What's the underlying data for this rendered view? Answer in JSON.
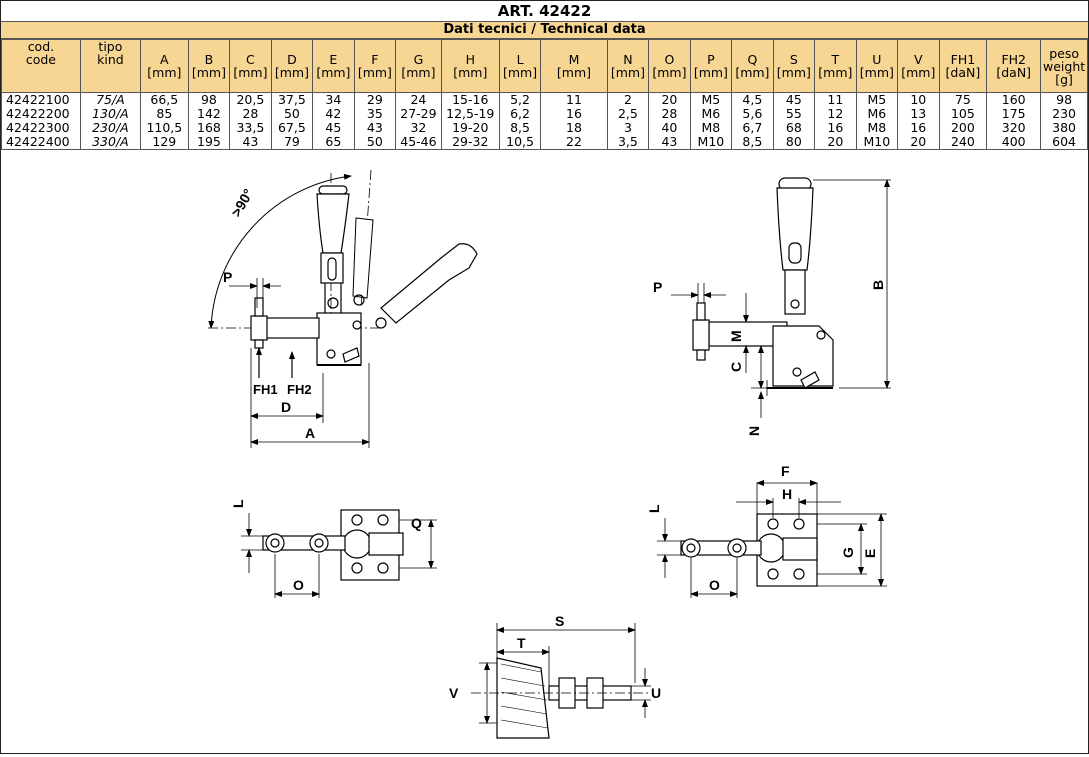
{
  "title": "ART. 42422",
  "subtitle": "Dati tecnici / Technical data",
  "headers": [
    {
      "top": "cod.",
      "bottom": "code"
    },
    {
      "top": "tipo",
      "bottom": "kind"
    },
    {
      "top": "A",
      "bottom": "[mm]"
    },
    {
      "top": "B",
      "bottom": "[mm]"
    },
    {
      "top": "C",
      "bottom": "[mm]"
    },
    {
      "top": "D",
      "bottom": "[mm]"
    },
    {
      "top": "E",
      "bottom": "[mm]"
    },
    {
      "top": "F",
      "bottom": "[mm]"
    },
    {
      "top": "G",
      "bottom": "[mm]"
    },
    {
      "top": "H",
      "bottom": "[mm]"
    },
    {
      "top": "L",
      "bottom": "[mm]"
    },
    {
      "top": "M",
      "bottom": "[mm]"
    },
    {
      "top": "N",
      "bottom": "[mm]"
    },
    {
      "top": "O",
      "bottom": "[mm]"
    },
    {
      "top": "P",
      "bottom": "[mm]"
    },
    {
      "top": "Q",
      "bottom": "[mm]"
    },
    {
      "top": "S",
      "bottom": "[mm]"
    },
    {
      "top": "T",
      "bottom": "[mm]"
    },
    {
      "top": "U",
      "bottom": "[mm]"
    },
    {
      "top": "V",
      "bottom": "[mm]"
    },
    {
      "top": "FH1",
      "bottom": "[daN]"
    },
    {
      "top": "FH2",
      "bottom": "[daN]"
    },
    {
      "top": "peso",
      "mid": "weight",
      "bottom": "[g]"
    }
  ],
  "rows": [
    [
      "42422100",
      "75/A",
      "66,5",
      "98",
      "20,5",
      "37,5",
      "34",
      "29",
      "24",
      "15-16",
      "5,2",
      "11",
      "2",
      "20",
      "M5",
      "4,5",
      "45",
      "11",
      "M5",
      "10",
      "75",
      "160",
      "98"
    ],
    [
      "42422200",
      "130/A",
      "85",
      "142",
      "28",
      "50",
      "42",
      "35",
      "27-29",
      "12,5-19",
      "6,2",
      "16",
      "2,5",
      "28",
      "M6",
      "5,6",
      "55",
      "12",
      "M6",
      "13",
      "105",
      "175",
      "230"
    ],
    [
      "42422300",
      "230/A",
      "110,5",
      "168",
      "33,5",
      "67,5",
      "45",
      "43",
      "32",
      "19-20",
      "8,5",
      "18",
      "3",
      "40",
      "M8",
      "6,7",
      "68",
      "16",
      "M8",
      "16",
      "200",
      "320",
      "380"
    ],
    [
      "42422400",
      "330/A",
      "129",
      "195",
      "43",
      "79",
      "65",
      "50",
      "45-46",
      "29-32",
      "10,5",
      "22",
      "3,5",
      "43",
      "M10",
      "8,5",
      "80",
      "20",
      "M10",
      "20",
      "240",
      "400",
      "604"
    ]
  ],
  "labels": {
    "angle": ">90°",
    "P": "P",
    "FH1": "FH1",
    "FH2": "FH2",
    "D": "D",
    "A": "A",
    "B": "B",
    "M": "M",
    "C": "C",
    "N": "N",
    "L": "L",
    "O": "O",
    "Q": "Q",
    "F": "F",
    "H": "H",
    "G": "G",
    "E": "E",
    "S": "S",
    "T": "T",
    "V": "V",
    "U": "U"
  }
}
